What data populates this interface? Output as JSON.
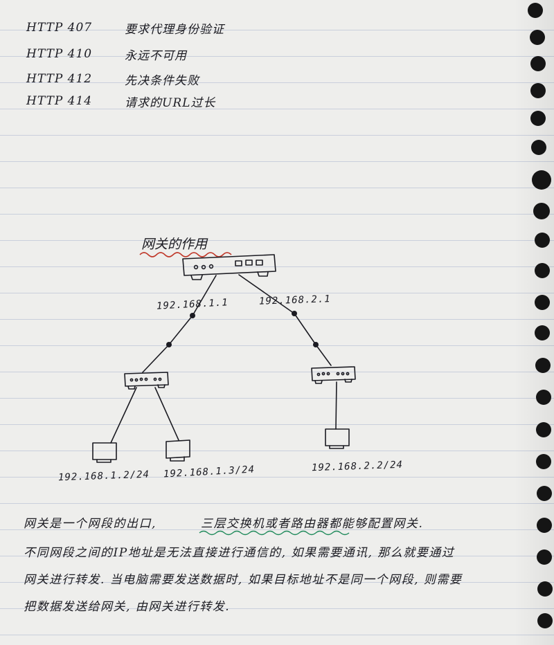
{
  "http_codes": [
    {
      "code": "HTTP  407",
      "desc": "要求代理身份验证"
    },
    {
      "code": "HTTP  410",
      "desc": "永远不可用"
    },
    {
      "code": "HTTP  412",
      "desc": "先决条件失败"
    },
    {
      "code": "HTTP  414",
      "desc": "请求的URL过长"
    }
  ],
  "diagram": {
    "title": "网关的作用",
    "left_link_ip": "192.168.1.1",
    "right_link_ip": "192.168.2.1",
    "host_1": "192.168.1.2/24",
    "host_2": "192.168.1.3/24",
    "host_3": "192.168.2.2/24"
  },
  "paragraph": {
    "line1a": "网关是一个网段的出口,",
    "line1b": "三层交换机或者路由器都能够配置网关.",
    "line2": "不同网段之间的IP地址是无法直接进行通信的, 如果需要通讯, 那么就要通过",
    "line3": "网关进行转发. 当电脑需要发送数据时, 如果目标地址不是同一个网段, 则需要",
    "line4": "把数据发送给网关, 由网关进行转发."
  }
}
